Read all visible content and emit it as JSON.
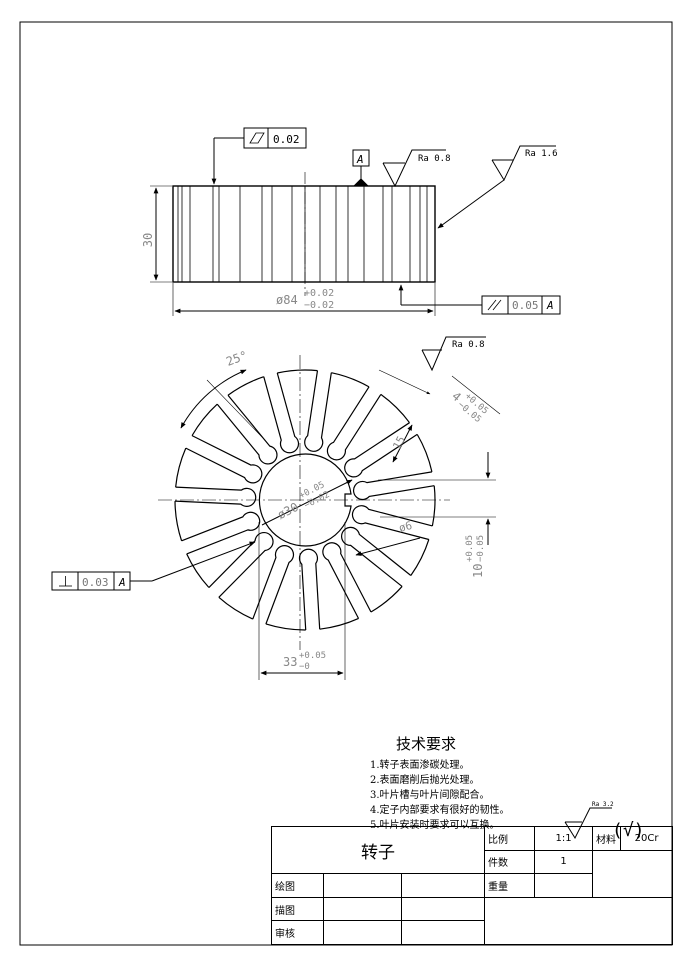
{
  "tech_requirements": {
    "title": "技术要求",
    "items": [
      "1.转子表面渗碳处理。",
      "2.表面磨削后抛光处理。",
      "3.叶片槽与叶片间隙配合。",
      "4.定子内部要求有很好的韧性。",
      "5.叶片安装时要求可以互换。"
    ]
  },
  "general_roughness": {
    "value": "Ra 3.2",
    "paren": "(√)"
  },
  "title_block": {
    "part_name": "转子",
    "scale_label": "比例",
    "scale_value": "1:1",
    "material_label": "材料",
    "material_value": "20Cr",
    "quantity_label": "件数",
    "quantity_value": "1",
    "weight_label": "重量",
    "drawn_label": "绘图",
    "traced_label": "描图",
    "checked_label": "审核"
  },
  "front_view": {
    "flatness_value": "0.02",
    "datum_label": "A",
    "roughness_face": "Ra 0.8",
    "roughness_side": "Ra 1.6",
    "height_dim": "30",
    "diameter_dim": "ø84",
    "diameter_tol_upper": "+0.02",
    "diameter_tol_lower": "−0.02",
    "parallelism_value": "0.05",
    "parallelism_datum": "A"
  },
  "top_view": {
    "roughness_slot": "Ra 0.8",
    "angle_dim": "25°",
    "slot_width_dim": "4",
    "slot_width_tol_upper": "+0.05",
    "slot_width_tol_lower": "−0.05",
    "slot_depth_dim": "15",
    "bore_dim": "ø30",
    "bore_tol_upper": "+0.05",
    "bore_tol_lower": "−0.02",
    "hole_dim": "ø6",
    "offset_dim": "10",
    "offset_tol_upper": "+0.05",
    "offset_tol_lower": "−0.05",
    "keyway_dim": "33",
    "keyway_tol_upper": "+0.05",
    "keyway_tol_lower": "−0",
    "perpendicularity_value": "0.03",
    "perpendicularity_datum": "A"
  }
}
